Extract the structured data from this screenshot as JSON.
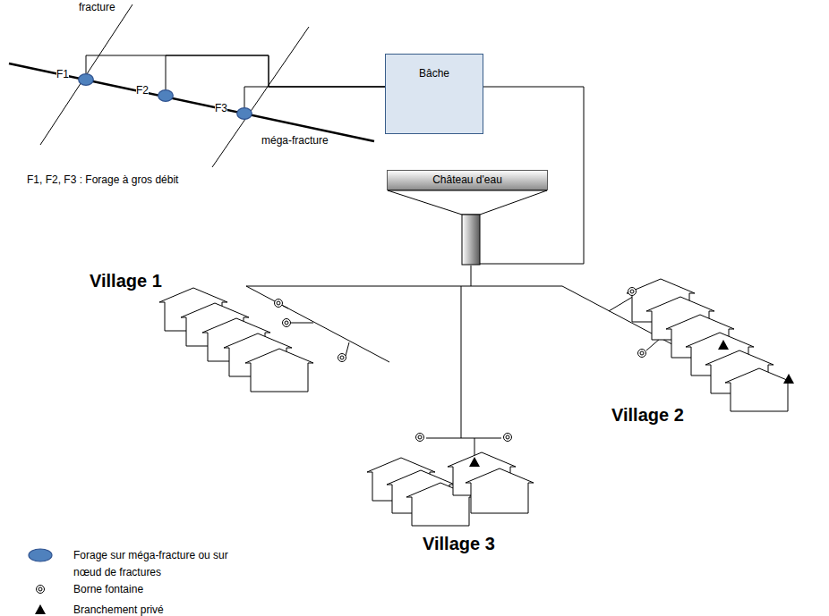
{
  "diagram": {
    "nodes": [
      {
        "text": [
          "F1"
        ]
      },
      {
        "text": [
          "F2"
        ]
      },
      {
        "text": [
          "F3"
        ]
      },
      {
        "text": [
          "Bâche"
        ]
      },
      {
        "text": [
          "Château d'eau"
        ]
      }
    ],
    "edges": [
      {
        "from": 0,
        "to": 3,
        "arrow": "none"
      },
      {
        "from": 1,
        "to": 3,
        "arrow": "none"
      },
      {
        "from": 2,
        "to": 3,
        "arrow": "none"
      },
      {
        "from": 3,
        "to": 4,
        "arrow": "none"
      }
    ],
    "labels": [
      "fracture",
      "méga-fracture",
      "F1, F2, F3 : Forage à gros débit",
      "Village 1",
      "Village 2",
      "Village 3"
    ],
    "legend": [
      {
        "text": "Forage sur méga-fracture ou sur nœud de fractures",
        "color": "#4f81bd"
      },
      {
        "text": "Borne fontaine"
      },
      {
        "text": "Branchement privé"
      }
    ]
  }
}
